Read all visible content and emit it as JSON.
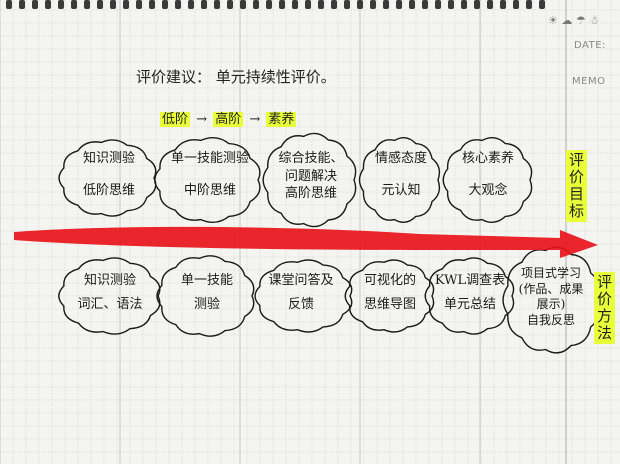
{
  "sidebar": {
    "date_label": "DATE:",
    "memo_label": "MEMO"
  },
  "header": {
    "title": "评价建议： 单元持续性评价。"
  },
  "chain": {
    "low": "低阶",
    "high": "高阶",
    "literacy": "素养"
  },
  "targets": {
    "label": "评价目标",
    "items": [
      {
        "line1": "知识测验",
        "line2": "低阶思维"
      },
      {
        "line1": "单一技能测验",
        "line2": "中阶思维"
      },
      {
        "line1": "综合技能、",
        "line2": "问题解决",
        "line3": "高阶思维"
      },
      {
        "line1": "情感态度",
        "line2": "元认知"
      },
      {
        "line1": "核心素养",
        "line2": "大观念"
      }
    ]
  },
  "methods": {
    "label": "评价方法",
    "items": [
      {
        "line1": "知识测验",
        "line2": "词汇、语法"
      },
      {
        "line1": "单一技能",
        "line2": "测验"
      },
      {
        "line1": "课堂问答及",
        "line2": "反馈"
      },
      {
        "line1": "可视化的",
        "line2": "思维导图"
      },
      {
        "line1": "KWL调查表",
        "line2": "单元总结"
      },
      {
        "line1": "项目式学习",
        "line2": "(作品、成果",
        "line3": "展示)",
        "line4": "自我反思"
      }
    ]
  },
  "colors": {
    "arrow": "#e8141b",
    "highlight": "#e8ff3a",
    "grid": "#c9c9c9",
    "ink": "#1a1a1a"
  }
}
